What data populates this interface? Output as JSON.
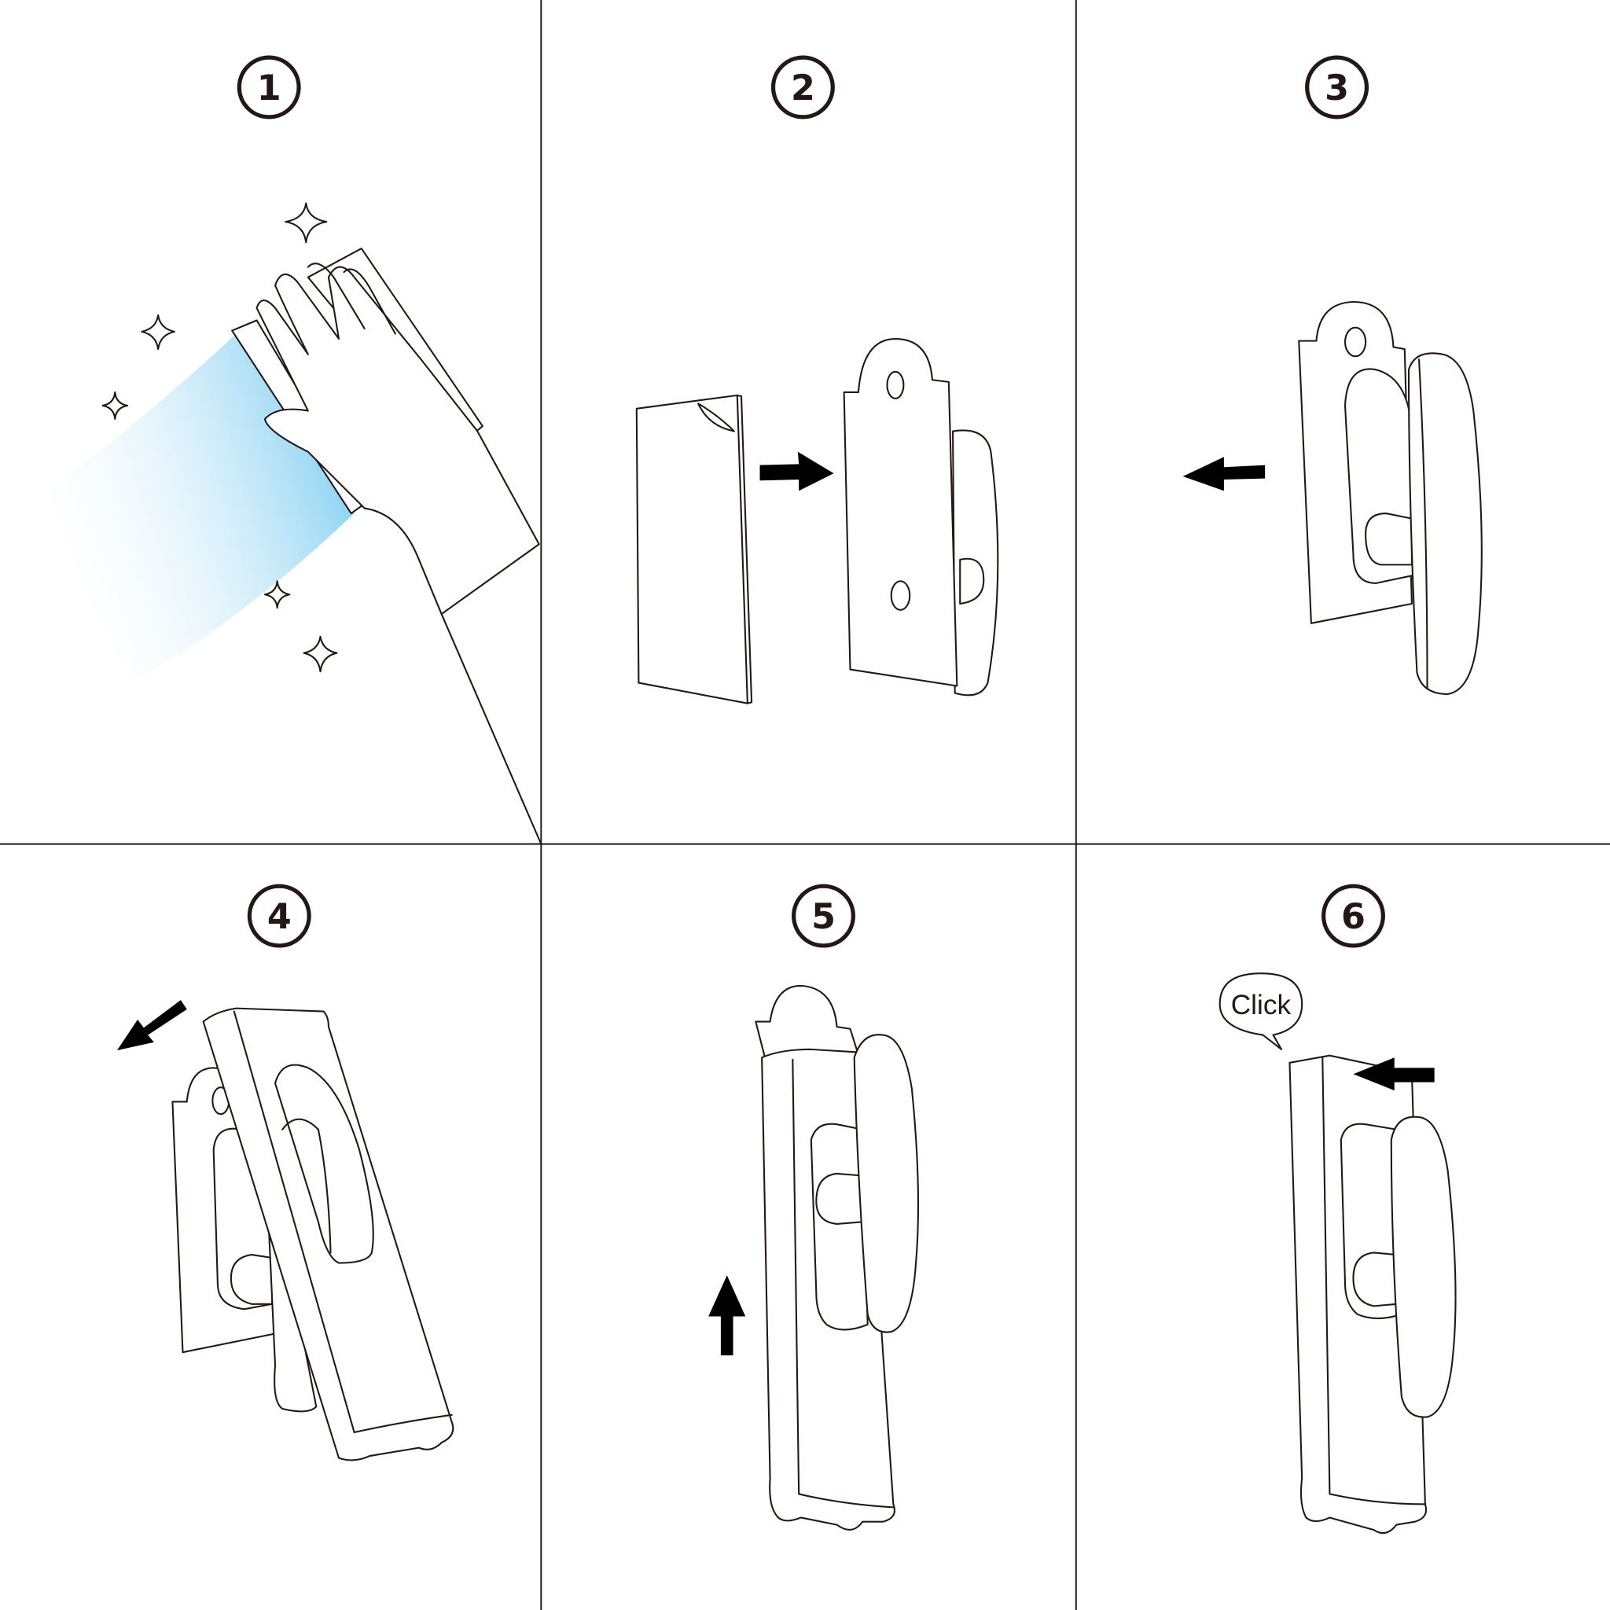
{
  "steps": [
    {
      "number": "1"
    },
    {
      "number": "2"
    },
    {
      "number": "3"
    },
    {
      "number": "4"
    },
    {
      "number": "5"
    },
    {
      "number": "6"
    }
  ],
  "callout": {
    "text": "Click"
  },
  "colors": {
    "line": "#231815",
    "wipe": "#7fcdf0",
    "arrow": "#000000"
  }
}
